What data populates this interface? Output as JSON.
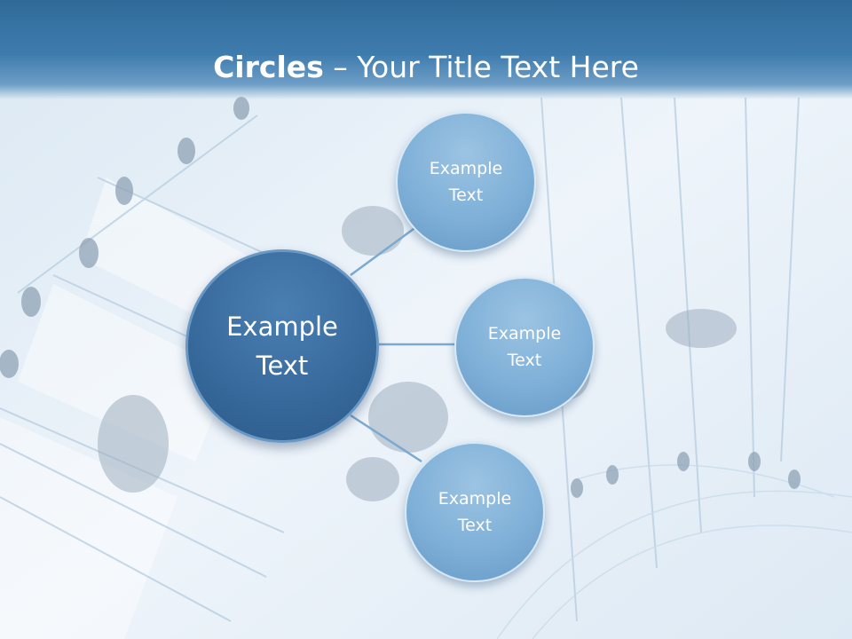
{
  "slide": {
    "title_bold": "Circles",
    "title_rest": " – Your Title Text Here"
  },
  "diagram": {
    "center": {
      "label": "Example Text"
    },
    "nodes": [
      {
        "label": "Example Text"
      },
      {
        "label": "Example Text"
      },
      {
        "label": "Example Text"
      }
    ]
  },
  "colors": {
    "title_bar": "#3f7cae",
    "center_circle": "#3a6c9f",
    "node_circle": "#7fb0d8",
    "connector": "#7aa9d2",
    "background": "#e6f0f8"
  }
}
